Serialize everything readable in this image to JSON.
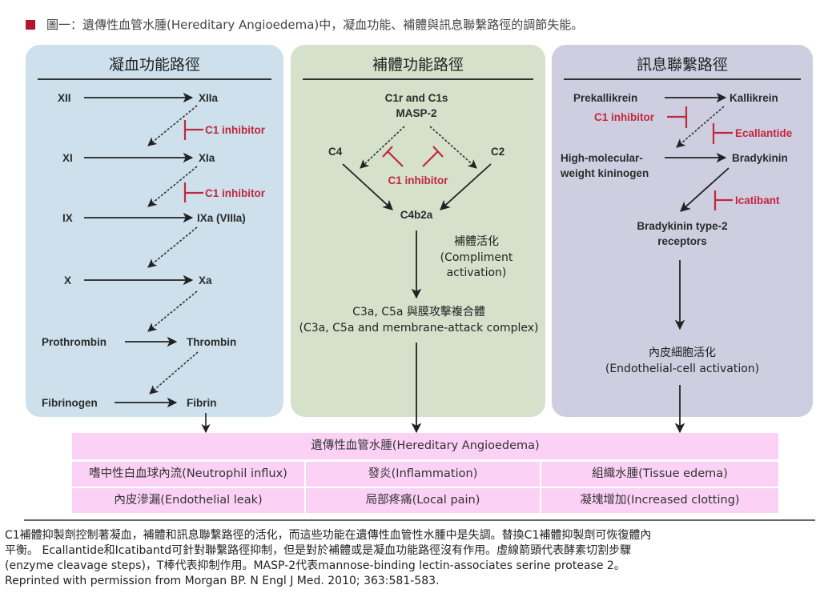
{
  "caption": {
    "icon": "red-square-bullet",
    "text": "圖一：遺傳性血管水腫(Hereditary Angioedema)中，凝血功能、補體與訊息聯繫路徑的調節失能。"
  },
  "colors": {
    "coagulation_panel": "#cde0eb",
    "complement_panel": "#d5e1ca",
    "contact_panel": "#cfcde0",
    "outcome_table": "#fbd2f6",
    "inhibitor_red": "#c0283e",
    "bullet_red": "#b5142b"
  },
  "panels": {
    "coagulation": {
      "title": "凝血功能路徑",
      "nodes": {
        "xii": "XII",
        "xiia": "XIIa",
        "xi": "XI",
        "xia": "XIa",
        "ix": "IX",
        "ixa": "IXa (VIIIa)",
        "x": "X",
        "xa": "Xa",
        "prothrombin": "Prothrombin",
        "thrombin": "Thrombin",
        "fibrinogen": "Fibrinogen",
        "fibrin": "Fibrin"
      },
      "inhibitors": [
        "C1 inhibitor",
        "C1 inhibitor"
      ]
    },
    "complement": {
      "title": "補體功能路徑",
      "nodes": {
        "c1r_c1s": "C1r and C1s",
        "masp2": "MASP-2",
        "c4": "C4",
        "c2": "C2",
        "c4b2a": "C4b2a",
        "activation_cn": "補體活化",
        "activation_en_1": "(Compliment",
        "activation_en_2": "activation)",
        "products_cn": "C3a, C5a 與膜攻擊複合體",
        "products_en": "(C3a, C5a and membrane-attack complex)"
      },
      "inhibitors": [
        "C1 inhibitor"
      ]
    },
    "contact": {
      "title": "訊息聯繫路徑",
      "nodes": {
        "prekallikrein": "Prekallikrein",
        "kallikrein": "Kallikrein",
        "hmwk_1": "High-molecular-",
        "hmwk_2": "weight kininogen",
        "bradykinin": "Bradykinin",
        "b2r_1": "Bradykinin type-2",
        "b2r_2": "receptors",
        "endo_cn": "內皮細胞活化",
        "endo_en": "(Endothelial-cell activation)"
      },
      "inhibitors": [
        "C1 inhibitor",
        "Ecallantide",
        "Icatibant"
      ]
    }
  },
  "outcome": {
    "header": "遺傳性血管水腫(Hereditary Angioedema)",
    "rows": [
      [
        "嗜中性白血球內流(Neutrophil influx)",
        "發炎(Inflammation)",
        "組織水腫(Tissue edema)"
      ],
      [
        "內皮滲漏(Endothelial leak)",
        "局部疼痛(Local pain)",
        "凝塊增加(Increased clotting)"
      ]
    ]
  },
  "footnote": {
    "lines": [
      "C1補體抑製劑控制著凝血，補體和訊息聯繫路徑的活化，而這些功能在遺傳性血管性水腫中是失調。替換C1補體抑製劑可恢復體內",
      "平衡。 Ecallantide和Icatibantd可針對聯繫路徑抑制，但是對於補體或是凝血功能路徑沒有作用。虛線箭頭代表酵素切割步驟",
      "(enzyme cleavage steps)，T棒代表抑制作用。MASP-2代表mannose-binding  lectin-associates serine protease 2。",
      "Reprinted with permission from Morgan BP. N Engl J Med. 2010; 363:581-583."
    ]
  }
}
